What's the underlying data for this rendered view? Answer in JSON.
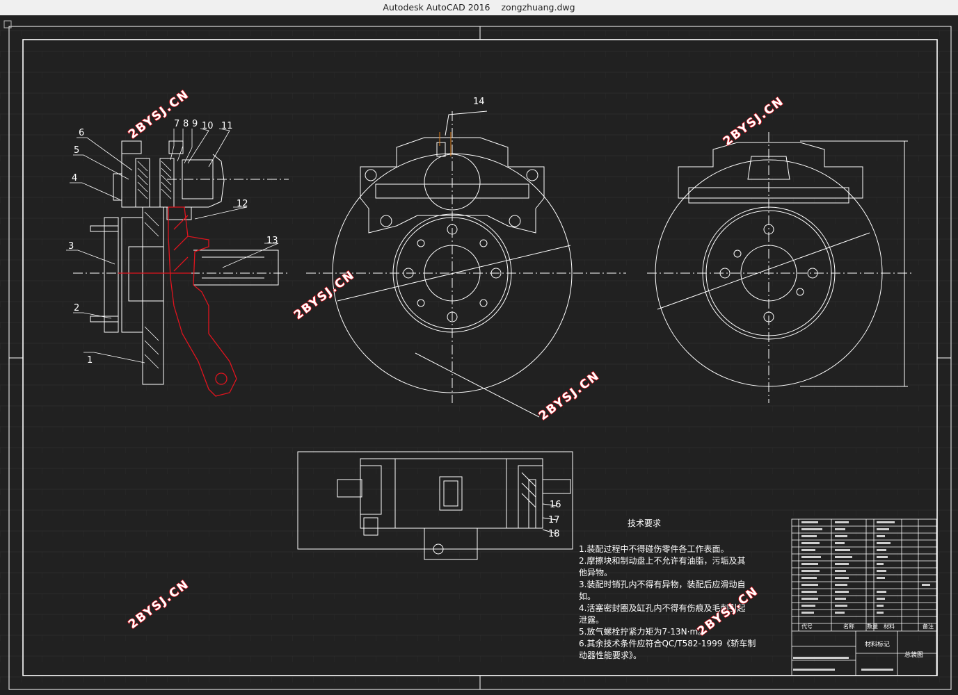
{
  "window": {
    "app_title": "Autodesk AutoCAD 2016",
    "file_name": "zongzhuang.dwg"
  },
  "drawing": {
    "part_numbers": [
      "1",
      "2",
      "3",
      "4",
      "5",
      "6",
      "7",
      "8",
      "9",
      "10",
      "11",
      "12",
      "13",
      "14",
      "16",
      "17",
      "18"
    ],
    "tech_req": {
      "title": "技术要求",
      "lines": [
        "1.装配过程中不得碰伤零件各工作表面。",
        "2.摩擦块和制动盘上不允许有油脂，污垢及其",
        "他异物。",
        "3.装配时销孔内不得有异物，装配后应滑动自",
        "如。",
        "4.活塞密封圈及缸孔内不得有伤痕及毛刺引起",
        "泄露。",
        "5.放气螺栓拧紧力矩为7-13N·m。",
        "6.其余技术条件应符合QC/T582-1999《轿车制",
        "动器性能要求》。"
      ]
    },
    "title_block": {
      "col_headers": [
        "代号",
        "名称",
        "数量",
        "材料",
        "备注"
      ],
      "material_label": "材料标记",
      "drawing_name": "总装图"
    },
    "watermark": "2BYSJ.CN",
    "colors": {
      "background": "#212121",
      "lines": "#ffffff",
      "highlight": "#e0141e",
      "grid": "#2e2e2e"
    }
  }
}
